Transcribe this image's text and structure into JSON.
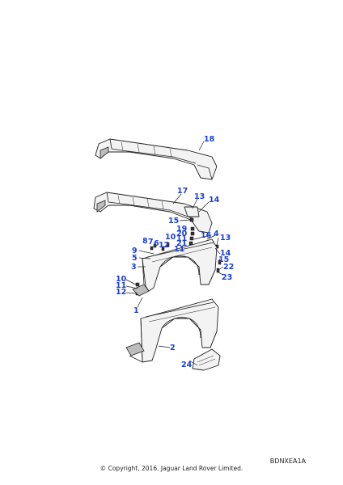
{
  "diagram": {
    "reference_code": "BDNXEA1A",
    "copyright": "© Copyright, 2016. Jaguar Land Rover Limited.",
    "callouts": [
      {
        "id": "c18",
        "label": "18"
      },
      {
        "id": "c17",
        "label": "17"
      },
      {
        "id": "c13a",
        "label": "13"
      },
      {
        "id": "c14a",
        "label": "14"
      },
      {
        "id": "c15a",
        "label": "15"
      },
      {
        "id": "c19",
        "label": "19"
      },
      {
        "id": "c20",
        "label": "20"
      },
      {
        "id": "c11a",
        "label": "11"
      },
      {
        "id": "c10a",
        "label": "10"
      },
      {
        "id": "c16",
        "label": "16"
      },
      {
        "id": "c4",
        "label": "4"
      },
      {
        "id": "c13b",
        "label": "13"
      },
      {
        "id": "c21",
        "label": "21"
      },
      {
        "id": "c8",
        "label": "8"
      },
      {
        "id": "c7",
        "label": "7"
      },
      {
        "id": "c6",
        "label": "6"
      },
      {
        "id": "c12a",
        "label": "12"
      },
      {
        "id": "c11b",
        "label": "11"
      },
      {
        "id": "c9",
        "label": "9"
      },
      {
        "id": "c5",
        "label": "5"
      },
      {
        "id": "c14b",
        "label": "14"
      },
      {
        "id": "c15b",
        "label": "15"
      },
      {
        "id": "c22",
        "label": "22"
      },
      {
        "id": "c3",
        "label": "3"
      },
      {
        "id": "c23",
        "label": "23"
      },
      {
        "id": "c10b",
        "label": "10"
      },
      {
        "id": "c11c",
        "label": "11"
      },
      {
        "id": "c12b",
        "label": "12"
      },
      {
        "id": "c1",
        "label": "1"
      },
      {
        "id": "c2",
        "label": "2"
      },
      {
        "id": "c24",
        "label": "24"
      }
    ]
  }
}
